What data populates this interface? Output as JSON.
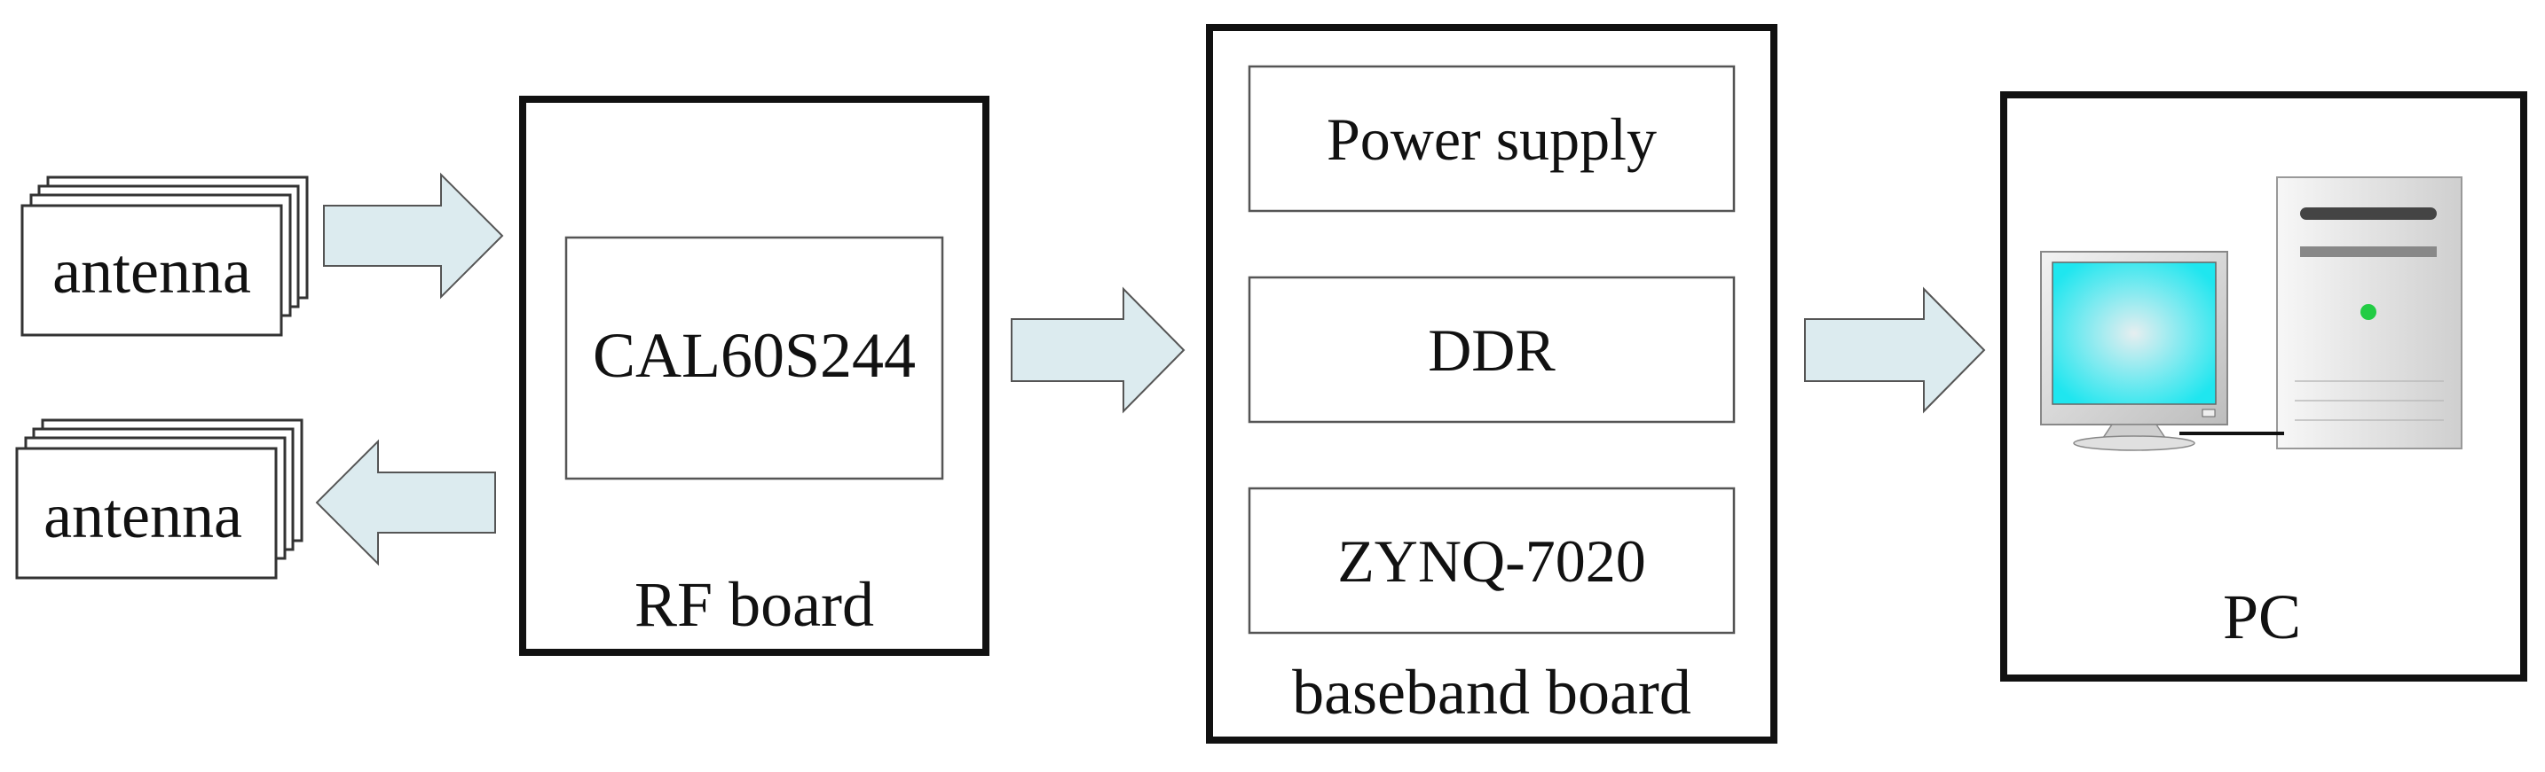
{
  "colors": {
    "stroke": "#111111",
    "arrow_fill": "#dcebef",
    "arrow_stroke": "#555555",
    "box_stroke": "#555555",
    "screen_center": "#e6eef0",
    "screen_edge": "#1fe6ef",
    "power_led": "#22cc44"
  },
  "left": {
    "antenna_top": {
      "label": "antenna",
      "icon": "antenna-stack-icon"
    },
    "antenna_bottom": {
      "label": "antenna",
      "icon": "antenna-stack-icon"
    }
  },
  "rf_board": {
    "title": "RF board",
    "chip_label": "CAL60S244"
  },
  "baseband_board": {
    "title": "baseband board",
    "modules": [
      "Power supply",
      "DDR",
      "ZYNQ-7020"
    ]
  },
  "pc": {
    "title": "PC",
    "icon": "desktop-computer-icon"
  },
  "arrows": [
    {
      "name": "antenna-to-rf",
      "direction": "right"
    },
    {
      "name": "rf-to-antenna",
      "direction": "left"
    },
    {
      "name": "rf-to-baseband",
      "direction": "right"
    },
    {
      "name": "baseband-to-pc",
      "direction": "right"
    }
  ]
}
